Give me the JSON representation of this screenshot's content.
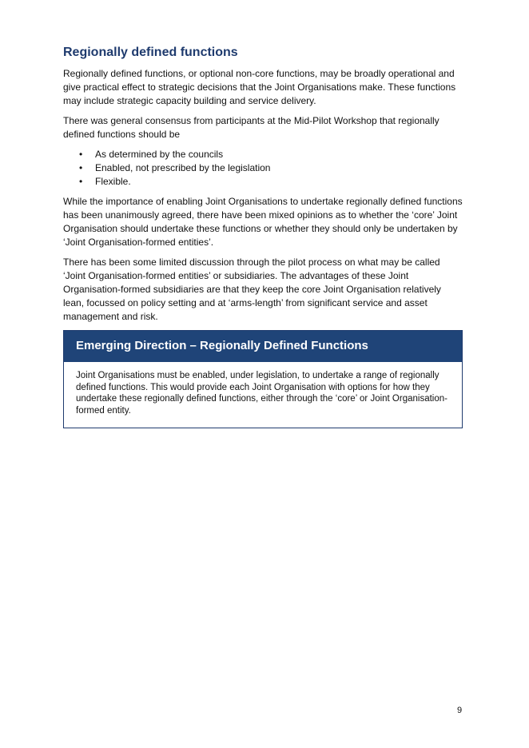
{
  "section": {
    "heading": "Regionally defined functions",
    "paragraphs": [
      "Regionally defined functions, or optional non-core functions, may be broadly operational and give practical effect to strategic decisions that the Joint Organisations make. These functions may include strategic capacity building and service delivery.",
      "There was general consensus from participants at the Mid-Pilot Workshop that regionally defined functions should be"
    ],
    "bullets": [
      "As determined by the councils",
      "Enabled, not prescribed by the legislation",
      "Flexible."
    ],
    "bullet_glyph": "•",
    "paragraphs_after": [
      "While the importance of enabling Joint Organisations to undertake regionally defined functions has been unanimously agreed, there have been mixed opinions as to whether the ‘core’ Joint Organisation should undertake these functions or whether they should only be undertaken by ‘Joint Organisation-formed entities’.",
      "There has been some limited discussion through the pilot process on what may be called ‘Joint Organisation-formed entities’ or subsidiaries. The advantages of these Joint Organisation-formed subsidiaries are that they keep the core Joint Organisation relatively lean, focussed on policy setting and at ‘arms-length’ from significant service and asset management and risk."
    ]
  },
  "callout": {
    "title": "Emerging Direction – Regionally Defined Functions",
    "body": "Joint Organisations must be enabled, under legislation, to undertake a range of regionally defined functions. This would provide each Joint Organisation with options for how they undertake these regionally defined functions, either through the ‘core’ or Joint Organisation-formed entity."
  },
  "page_number": "9",
  "colors": {
    "heading": "#1f3b6e",
    "callout_header_bg": "#1f4478"
  }
}
